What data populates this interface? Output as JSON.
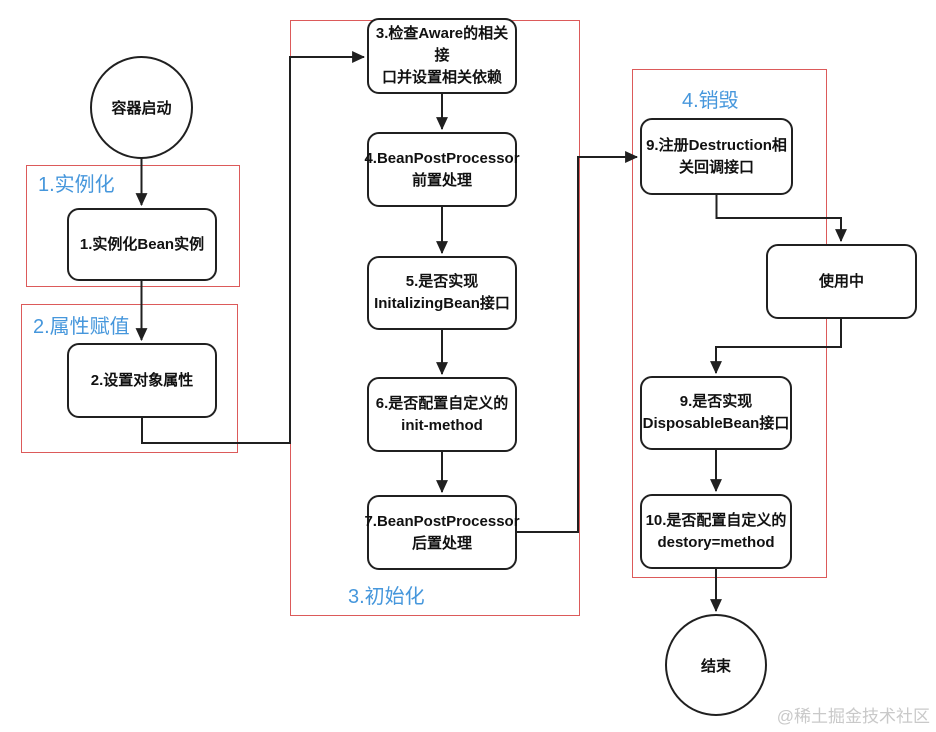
{
  "diagram": {
    "title": "Spring Bean lifecycle flowchart",
    "start": {
      "label": "容器启动"
    },
    "end": {
      "label": "结束"
    },
    "groups": {
      "instantiation": {
        "label": "1.实例化"
      },
      "property_assignment": {
        "label": "2.属性赋值"
      },
      "initialization": {
        "label": "3.初始化"
      },
      "destruction": {
        "label": "4.销毁"
      }
    },
    "nodes": {
      "n1": {
        "label": "1.实例化Bean实例"
      },
      "n2": {
        "label": "2.设置对象属性"
      },
      "n3": {
        "label": "3.检查Aware的相关接\n口并设置相关依赖"
      },
      "n4": {
        "label": "4.BeanPostProcessor\n前置处理"
      },
      "n5": {
        "label": "5.是否实现\nInitalizingBean接口"
      },
      "n6": {
        "label": "6.是否配置自定义的\ninit-method"
      },
      "n7": {
        "label": "7.BeanPostProcessor\n后置处理"
      },
      "n9a": {
        "label": "9.注册Destruction相\n关回调接口"
      },
      "in_use": {
        "label": "使用中"
      },
      "n9b": {
        "label": "9.是否实现\nDisposableBean接口"
      },
      "n10": {
        "label": "10.是否配置自定义的\ndestory=method"
      }
    },
    "colors": {
      "frame_red": "#dc5a5a",
      "group_label_blue": "#4697dc",
      "line_black": "#202020",
      "watermark_gray": "#c9c9c9"
    },
    "watermark": "@稀土掘金技术社区"
  }
}
